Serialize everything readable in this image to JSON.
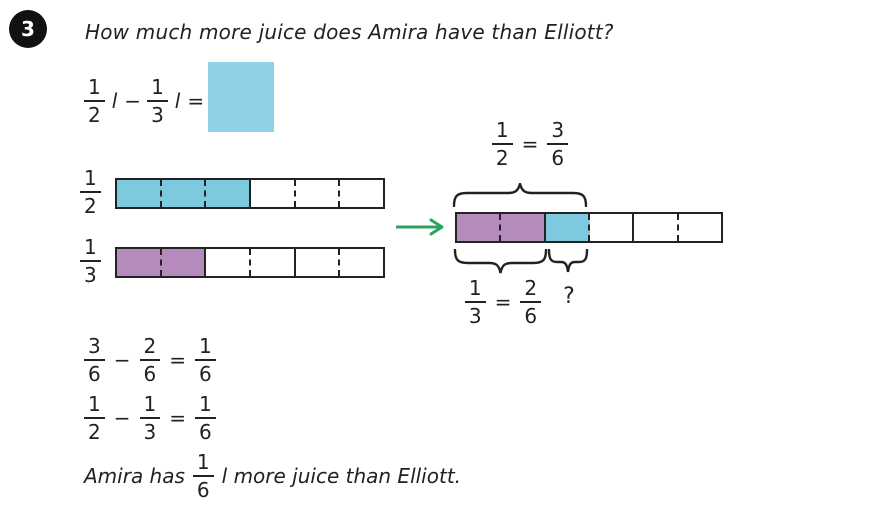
{
  "colors": {
    "ink": "#222222",
    "badge_bg": "#111111",
    "blue": "#7CC9E0",
    "purple": "#B58BBD",
    "green": "#2BA45D",
    "answer_box": "#8FD2E7"
  },
  "badge": "3",
  "question": "How much more juice does Amira have than Elliott?",
  "equation": {
    "f1": {
      "num": "1",
      "den": "2"
    },
    "unit1": "l",
    "op": "−",
    "f2": {
      "num": "1",
      "den": "3"
    },
    "unit2": "l",
    "eq": "="
  },
  "left_bars": [
    {
      "label": {
        "num": "1",
        "den": "2"
      },
      "bar": {
        "segments": [
          "blue",
          "blue",
          "blue",
          "white",
          "white",
          "white"
        ],
        "dividers": [
          "dashed",
          "dashed",
          "solid",
          "dashed",
          "dashed"
        ]
      }
    },
    {
      "label": {
        "num": "1",
        "den": "3"
      },
      "bar": {
        "segments": [
          "purple",
          "purple",
          "white",
          "white",
          "white",
          "white"
        ],
        "dividers": [
          "dashed",
          "solid",
          "dashed",
          "solid",
          "dashed"
        ]
      }
    }
  ],
  "right_diagram": {
    "top_label": {
      "f1": {
        "num": "1",
        "den": "2"
      },
      "eq": "=",
      "f2": {
        "num": "3",
        "den": "6"
      }
    },
    "bar": {
      "segments": [
        "purple",
        "purple",
        "blue",
        "white",
        "white",
        "white"
      ],
      "dividers": [
        "dashed",
        "solid",
        "dashed",
        "solid",
        "dashed"
      ]
    },
    "bottom_label": {
      "f1": {
        "num": "1",
        "den": "3"
      },
      "eq": "=",
      "f2": {
        "num": "2",
        "den": "6"
      }
    },
    "question_mark": "?"
  },
  "work_equations": [
    {
      "f1": {
        "num": "3",
        "den": "6"
      },
      "op": "−",
      "f2": {
        "num": "2",
        "den": "6"
      },
      "eq": "=",
      "f3": {
        "num": "1",
        "den": "6"
      }
    },
    {
      "f1": {
        "num": "1",
        "den": "2"
      },
      "op": "−",
      "f2": {
        "num": "1",
        "den": "3"
      },
      "eq": "=",
      "f3": {
        "num": "1",
        "den": "6"
      }
    }
  ],
  "answer_sentence": {
    "prefix": "Amira has",
    "frac": {
      "num": "1",
      "den": "6"
    },
    "suffix": "l more juice than Elliott."
  }
}
